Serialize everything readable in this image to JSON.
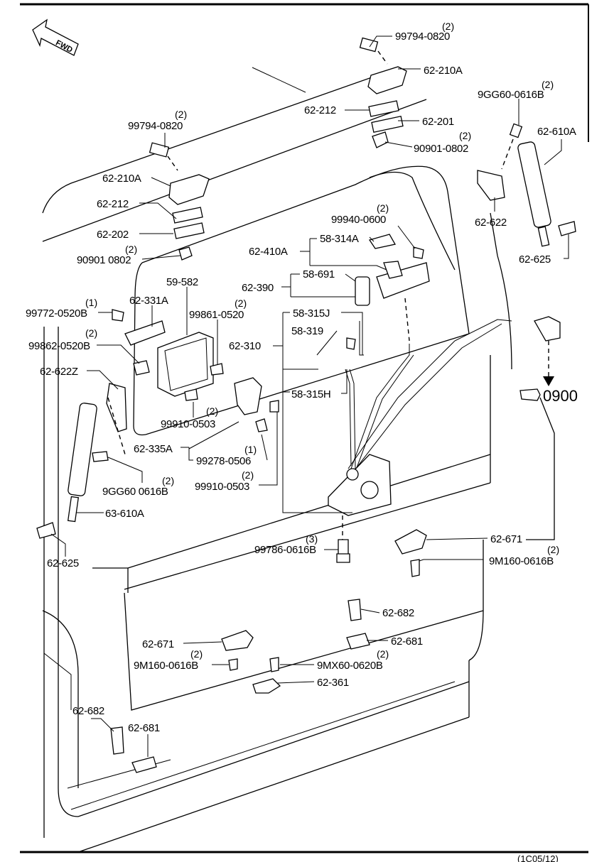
{
  "fwd_label": "FWD",
  "ref_arrow": {
    "icon": "pointing-hand-icon",
    "text": "0900"
  },
  "footer_code": "(1C05/12)",
  "callouts": [
    {
      "id": "c1",
      "part": "99794-0820",
      "qty": "(2)"
    },
    {
      "id": "c2",
      "part": "62-210A",
      "qty": ""
    },
    {
      "id": "c3",
      "part": "62-212",
      "qty": ""
    },
    {
      "id": "c4",
      "part": "62-201",
      "qty": ""
    },
    {
      "id": "c5",
      "part": "90901-0802",
      "qty": "(2)"
    },
    {
      "id": "c6",
      "part": "9GG60-0616B",
      "qty": "(2)"
    },
    {
      "id": "c7",
      "part": "62-610A",
      "qty": ""
    },
    {
      "id": "c8",
      "part": "99794-0820",
      "qty": "(2)"
    },
    {
      "id": "c9",
      "part": "62-210A",
      "qty": ""
    },
    {
      "id": "c10",
      "part": "62-212",
      "qty": ""
    },
    {
      "id": "c11",
      "part": "62-202",
      "qty": ""
    },
    {
      "id": "c12",
      "part": "90901 0802",
      "qty": "(2)"
    },
    {
      "id": "c13",
      "part": "99940-0600",
      "qty": "(2)"
    },
    {
      "id": "c14",
      "part": "62-622",
      "qty": ""
    },
    {
      "id": "c15",
      "part": "58-314A",
      "qty": ""
    },
    {
      "id": "c16",
      "part": "62-410A",
      "qty": ""
    },
    {
      "id": "c17",
      "part": "62-625",
      "qty": ""
    },
    {
      "id": "c18",
      "part": "59-582",
      "qty": ""
    },
    {
      "id": "c19",
      "part": "58-691",
      "qty": ""
    },
    {
      "id": "c20",
      "part": "62-390",
      "qty": ""
    },
    {
      "id": "c21",
      "part": "62-331A",
      "qty": ""
    },
    {
      "id": "c22",
      "part": "99772-0520B",
      "qty": "(1)"
    },
    {
      "id": "c23",
      "part": "99861-0520",
      "qty": "(2)"
    },
    {
      "id": "c24",
      "part": "58-315J",
      "qty": ""
    },
    {
      "id": "c25",
      "part": "58-319",
      "qty": ""
    },
    {
      "id": "c26",
      "part": "62-310",
      "qty": ""
    },
    {
      "id": "c27",
      "part": "99862-0520B",
      "qty": "(2)"
    },
    {
      "id": "c28",
      "part": "62-622Z",
      "qty": ""
    },
    {
      "id": "c29",
      "part": "58-315H",
      "qty": ""
    },
    {
      "id": "c30",
      "part": "99910-0503",
      "qty": "(2)"
    },
    {
      "id": "c31",
      "part": "62-335A",
      "qty": ""
    },
    {
      "id": "c32",
      "part": "99278-0506",
      "qty": "(1)"
    },
    {
      "id": "c33",
      "part": "99910-0503",
      "qty": "(2)"
    },
    {
      "id": "c34",
      "part": "9GG60 0616B",
      "qty": "(2)"
    },
    {
      "id": "c35",
      "part": "63-610A",
      "qty": ""
    },
    {
      "id": "c36",
      "part": "62-625",
      "qty": ""
    },
    {
      "id": "c37",
      "part": "99786-0616B",
      "qty": "(3)"
    },
    {
      "id": "c38",
      "part": "62-671",
      "qty": ""
    },
    {
      "id": "c39",
      "part": "9M160-0616B",
      "qty": "(2)"
    },
    {
      "id": "c40",
      "part": "62-682",
      "qty": ""
    },
    {
      "id": "c41",
      "part": "62-671",
      "qty": ""
    },
    {
      "id": "c42",
      "part": "62-681",
      "qty": ""
    },
    {
      "id": "c43",
      "part": "9M160-0616B",
      "qty": "(2)"
    },
    {
      "id": "c44",
      "part": "9MX60-0620B",
      "qty": "(2)"
    },
    {
      "id": "c45",
      "part": "62-361",
      "qty": ""
    },
    {
      "id": "c46",
      "part": "62-682",
      "qty": ""
    },
    {
      "id": "c47",
      "part": "62-681",
      "qty": ""
    }
  ]
}
